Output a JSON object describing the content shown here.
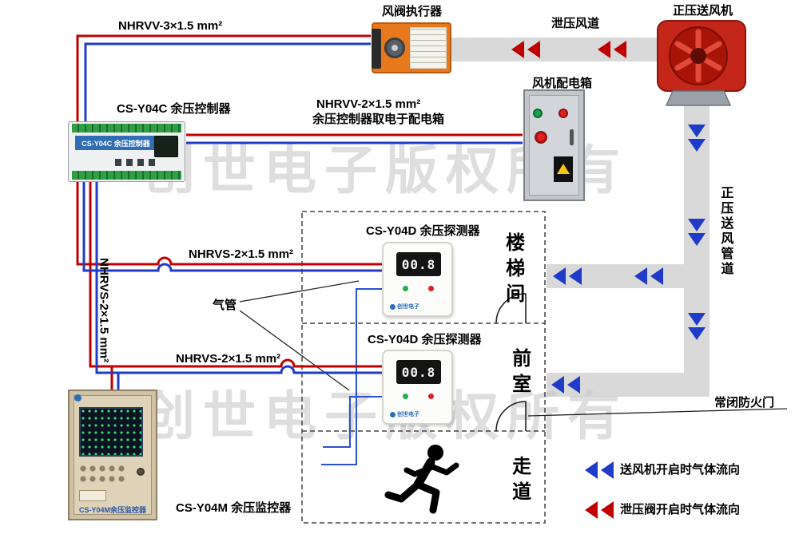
{
  "colors": {
    "wire_red": "#c00000",
    "wire_blue": "#1f3bc8",
    "duct_gray": "#d9d9d9",
    "actuator_orange": "#e8781c",
    "fan_red": "#c4261a",
    "watermark_gray": "#c9c9c9",
    "indicator_green": "#19a24a",
    "indicator_red": "#e02020"
  },
  "watermark": {
    "line1": "创世电子版权所有",
    "line2": "创世电子版权所有"
  },
  "labels": {
    "cable_top": "NHRVV-3×1.5 mm²",
    "actuator": "风阀执行器",
    "relief_duct": "泄压风道",
    "fan": "正压送风机",
    "controller": "CS-Y04C 余压控制器",
    "cable_power_line1": "NHRVV-2×1.5 mm²",
    "cable_power_line2": "余压控制器取电于配电箱",
    "power_box": "风机配电箱",
    "supply_duct": "正压送风管道",
    "detector1": "CS-Y04D 余压探测器",
    "detector2": "CS-Y04D 余压探测器",
    "cable_detector1": "NHRVS-2×1.5 mm²",
    "cable_detector2": "NHRVS-2×1.5 mm²",
    "cable_vertical": "NHRVS-2×1.5 mm²",
    "air_tube": "气管",
    "room_stairwell": "楼梯间",
    "room_front": "前室",
    "room_corridor": "走道",
    "fire_door": "常闭防火门",
    "monitor": "CS-Y04M 余压监控器"
  },
  "devices": {
    "controller": {
      "device_label": "CS-Y04C 余压控制器"
    },
    "detector1": {
      "display_value": "00.8",
      "logo": "创世电子"
    },
    "detector2": {
      "display_value": "00.8",
      "logo": "创世电子"
    },
    "monitor": {
      "device_label": "CS-Y04M余压监控器"
    }
  },
  "icons": {
    "flow_supply": "double-chevron-blue",
    "flow_relief": "double-chevron-red",
    "person": "running-person"
  },
  "legend": [
    {
      "color": "#1f3bc8",
      "icon": "double-chevron-left-blue",
      "text": "送风机开启时气体流向"
    },
    {
      "color": "#c00000",
      "icon": "double-chevron-left-red",
      "text": "泄压阀开启时气体流向"
    }
  ]
}
